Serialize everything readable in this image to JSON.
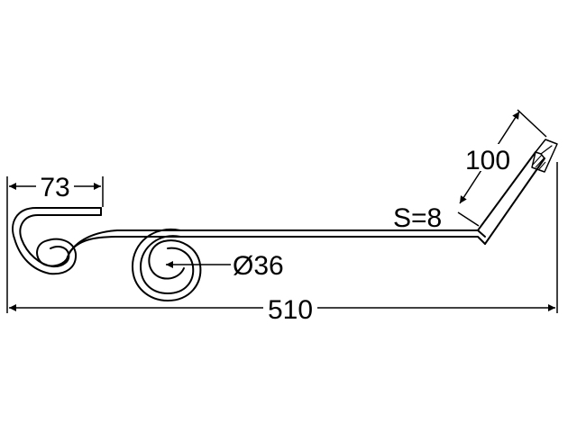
{
  "drawing": {
    "colors": {
      "line": "#000000",
      "background": "#ffffff"
    },
    "dimensions": {
      "hook_width": "73",
      "total_length": "510",
      "coil_diameter": "Ø36",
      "thickness": "S=8",
      "tip_length": "100"
    }
  }
}
